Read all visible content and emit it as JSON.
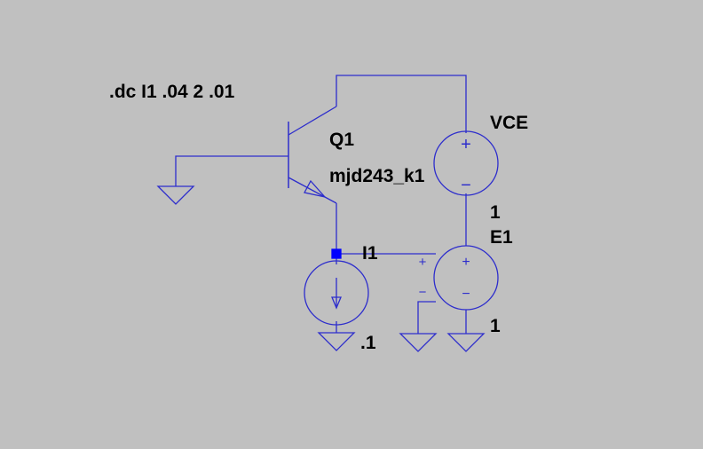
{
  "colors": {
    "background": "#c0c0c0",
    "wire": "#2d2dcc",
    "junction": "#0000ff",
    "text": "#000000"
  },
  "directive": ".dc I1 .04 2 .01",
  "transistor": {
    "ref": "Q1",
    "model": "mjd243_k1"
  },
  "vce_source": {
    "ref": "VCE",
    "value": "1",
    "plus_sign": "+",
    "minus_sign": "−"
  },
  "e_source": {
    "ref": "E1",
    "value": "1",
    "plus_sign": "+",
    "minus_sign": "−",
    "ctrl_plus": "+",
    "ctrl_minus": "−"
  },
  "current_source": {
    "ref": "I1",
    "value": ".1"
  }
}
